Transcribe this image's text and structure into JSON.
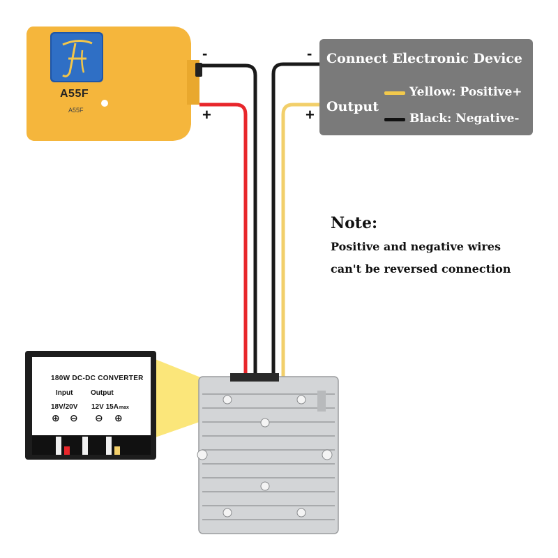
{
  "battery": {
    "logo_letter": "F",
    "model": "A55F",
    "model_small": "A55F"
  },
  "wiring": {
    "battery_negative": "-",
    "battery_positive": "+",
    "device_negative": "-",
    "device_positive": "+",
    "input_positive_color": "#e8262b",
    "input_negative_color": "#1a1a1a",
    "output_positive_color": "#f2cf6a",
    "output_negative_color": "#1a1a1a"
  },
  "device": {
    "title": "Connect Electronic Device",
    "output_label": "Output",
    "legend": [
      {
        "text": "Yellow: Positive+",
        "color": "#f2c94c"
      },
      {
        "text": "Black: Negative-",
        "color": "#111111"
      }
    ]
  },
  "note": {
    "title": "Note:",
    "lines": [
      "Positive and negative wires",
      "can't be reversed connection"
    ]
  },
  "converter_label": {
    "title": "180W DC-DC CONVERTER",
    "input": "Input",
    "output": "Output",
    "input_spec": "18V/20V",
    "output_spec": "12V  15A",
    "output_spec_suffix": "max",
    "symbols": [
      "⊕",
      "⊖",
      "⊖",
      "⊕"
    ]
  },
  "colors": {
    "battery_body": "#f5b63c",
    "device_box": "#7a7a7a",
    "highlight": "#fbe36b",
    "converter_metal": "#c9cbcd"
  }
}
